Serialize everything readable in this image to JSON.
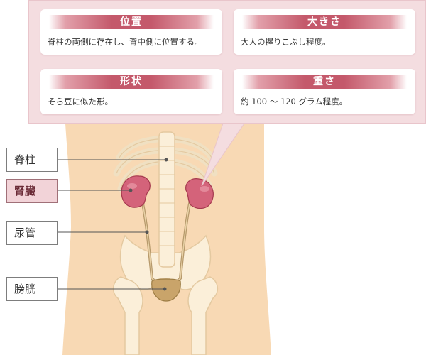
{
  "info_cards": [
    {
      "title": "位置",
      "description": "脊柱の両側に存在し、背中側に位置する。"
    },
    {
      "title": "大きさ",
      "description": "大人の握りこぶし程度。"
    },
    {
      "title": "形状",
      "description": "そら豆に似た形。"
    },
    {
      "title": "重さ",
      "description": "約 100 ～ 120 グラム程度。"
    }
  ],
  "labels": {
    "spine": "脊柱",
    "kidney": "腎臓",
    "ureter": "尿管",
    "bladder": "膀胱"
  },
  "colors": {
    "accent": "#c4596b",
    "panel_bg": "#f4dde0",
    "skin": "#f8d9b4",
    "bone": "#fbefd9",
    "kidney": "#d4637a",
    "bladder": "#c9a46a"
  }
}
